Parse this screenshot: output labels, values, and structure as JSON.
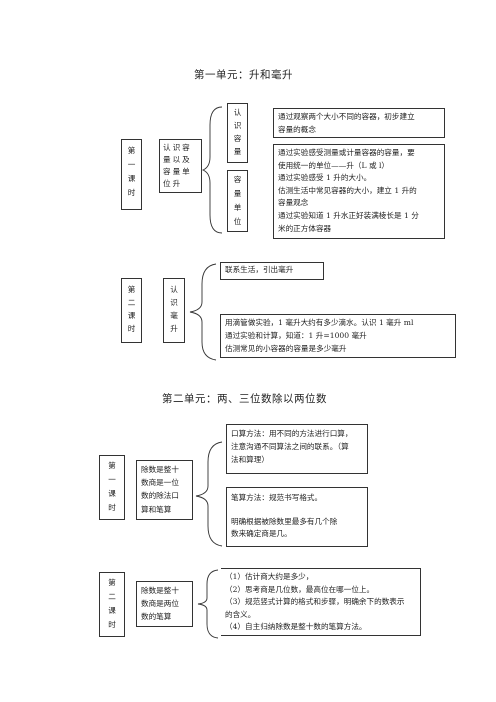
{
  "unit1": {
    "title": "第一单元：升和毫升",
    "lesson1": {
      "label": [
        "第",
        "一",
        "课",
        "时"
      ],
      "topic": [
        "认识容",
        "量以及",
        "容量单",
        "位升"
      ],
      "sub1": [
        "认",
        "识",
        "容",
        "量"
      ],
      "sub1_desc": [
        "通过观察两个大小不同的容器，初步建立",
        "容量的概念"
      ],
      "sub2": [
        "容",
        "量",
        "单",
        "位"
      ],
      "sub2_desc": [
        "通过实验感受测量或计量容器的容量，要",
        "使用统一的单位——升（L 或 l）",
        "通过实验感受 1 升的大小。",
        "估测生活中常见容器的大小，建立 1 升的",
        "容量观念",
        "通过实验知道 1 升水正好装满棱长是 1 分",
        "米的正方体容器"
      ]
    },
    "lesson2": {
      "label": [
        "第",
        "二",
        "课",
        "时"
      ],
      "topic": [
        "认",
        "识",
        "毫",
        "升"
      ],
      "item1": "联系生活，引出毫升",
      "item2": [
        "用滴管做实验，1 毫升大约有多少滴水。认识 1 毫升 ml",
        "通过实验和计算，知道：1 升=1000 毫升",
        "估测常见的小容器的容量是多少毫升"
      ]
    }
  },
  "unit2": {
    "title": "第二单元：两、三位数除以两位数",
    "lesson1": {
      "label": [
        "第",
        "一",
        "课",
        "时"
      ],
      "topic": [
        "除数是整十",
        "数商是一位",
        "数的除法口",
        "算和笔算"
      ],
      "oral": [
        "口算方法：用不同的方法进行口算，",
        "注意沟通不同算法之间的联系。（算",
        "法和算理）"
      ],
      "written": [
        "笔算方法：规范书写格式。",
        "",
        "明确根据被除数里最多有几个除",
        "数来确定商是几。"
      ]
    },
    "lesson2": {
      "label": [
        "第",
        "二",
        "课",
        "时"
      ],
      "topic": [
        "除数是整十",
        "数商是两位",
        "数的笔算"
      ],
      "steps": [
        "（1）估计商大约是多少，",
        "（2）思考商是几位数，最高位在哪一位上。",
        "（3）规范竖式计算的格式和步骤，明确余下的数表示",
        "的含义。",
        "（4）自主归纳除数是整十数的笔算方法。"
      ]
    }
  }
}
